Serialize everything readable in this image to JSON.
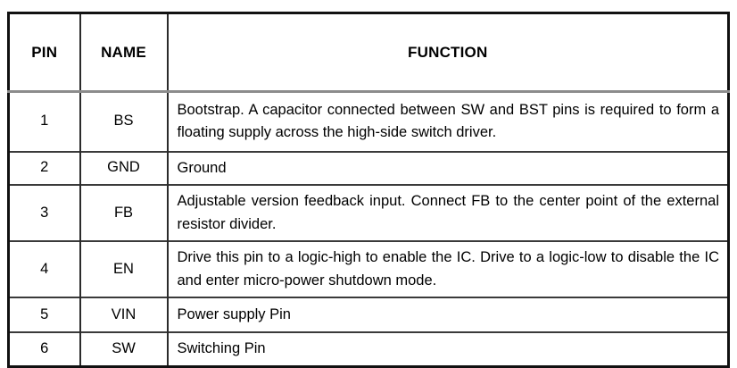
{
  "table": {
    "columns": [
      {
        "key": "pin",
        "label": "PIN"
      },
      {
        "key": "name",
        "label": "NAME"
      },
      {
        "key": "function",
        "label": "FUNCTION"
      }
    ],
    "rows": [
      {
        "pin": "1",
        "name": "BS",
        "function": "Bootstrap. A capacitor connected between SW and BST pins is required to form a floating supply across the high-side switch driver."
      },
      {
        "pin": "2",
        "name": "GND",
        "function": "Ground"
      },
      {
        "pin": "3",
        "name": "FB",
        "function": "Adjustable version feedback input. Connect FB to the center point of the external resistor divider."
      },
      {
        "pin": "4",
        "name": "EN",
        "function": "Drive this pin to a logic-high to enable the IC. Drive to a logic-low to disable the IC and enter micro-power shutdown mode."
      },
      {
        "pin": "5",
        "name": "VIN",
        "function": "Power supply Pin"
      },
      {
        "pin": "6",
        "name": "SW",
        "function": "Switching Pin"
      }
    ]
  },
  "colors": {
    "page_background": "#ffffff",
    "table_border": "#111111",
    "row_divider": "#3a3a3a",
    "header_divider": "#8c8c8c",
    "text": "#000000"
  }
}
